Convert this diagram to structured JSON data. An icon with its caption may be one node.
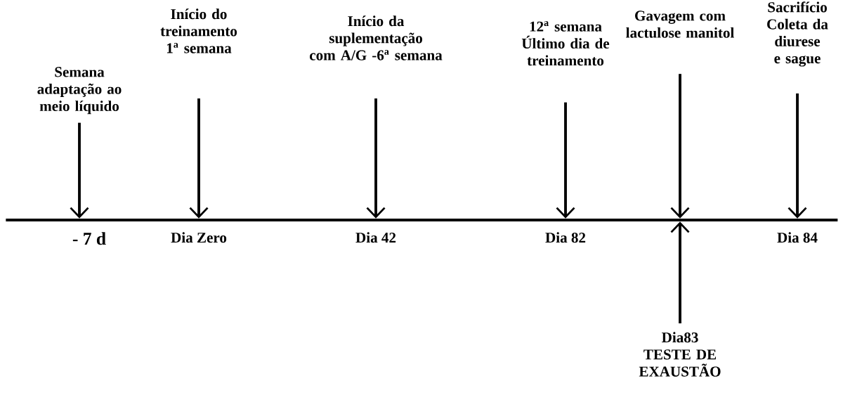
{
  "diagram": {
    "nodes": [
      {
        "text": [
          "Semana adaptação ao meio líquido"
        ]
      },
      {
        "text": [
          "Início do treinamento 1$^{a}$ semana"
        ]
      },
      {
        "text": [
          "Início da suplementação com A/G -6$^{a}$ semana"
        ]
      },
      {
        "text": [
          "12$^{a}$ semana Último dia de treinamento"
        ]
      },
      {
        "text": [
          "Gavagem com lactulose manitol"
        ]
      },
      {
        "text": [
          "Sacrifício Coleta da diurese e sague"
        ]
      },
      {
        "text": [],
        "shape": "bar"
      },
      {
        "text": [
          "Dia83 TESTE DE EXAUSTÃO"
        ]
      }
    ],
    "edges": [
      {
        "from": 0,
        "to": 6,
        "arrow": "to"
      },
      {
        "from": 1,
        "to": 6,
        "arrow": "to"
      },
      {
        "from": 2,
        "to": 6,
        "arrow": "to"
      },
      {
        "from": 3,
        "to": 6,
        "arrow": "to"
      },
      {
        "from": 4,
        "to": 6,
        "arrow": "to"
      },
      {
        "from": 5,
        "to": 6,
        "arrow": "to"
      },
      {
        "from": 7,
        "to": 6,
        "arrow": "to"
      }
    ],
    "labels": [
      "- 7 d",
      "Dia Zero",
      "Dia 42",
      "Dia 82",
      "Dia 84"
    ]
  }
}
